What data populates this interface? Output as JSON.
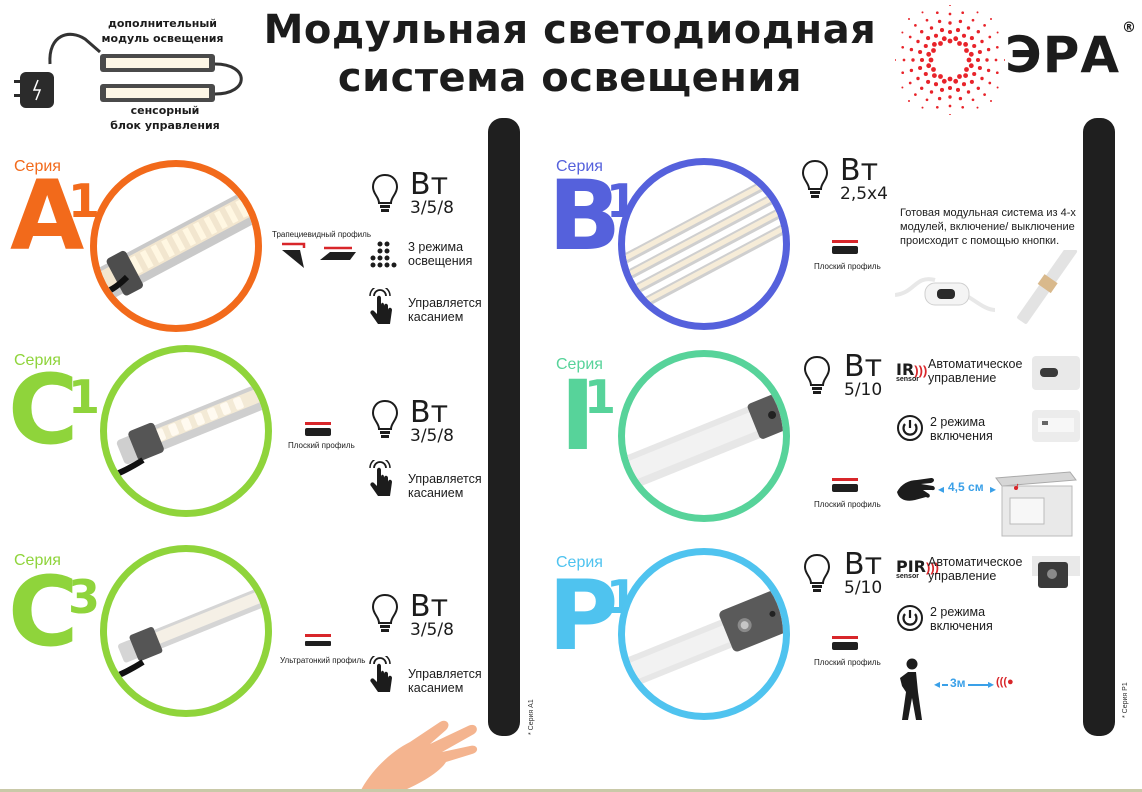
{
  "header": {
    "title_line1": "Модульная светодиодная",
    "title_line2": "система освещения",
    "diagram_top_label_l1": "дополнительный",
    "diagram_top_label_l2": "модуль освещения",
    "diagram_bottom_label_l1": "сенсорный",
    "diagram_bottom_label_l2": "блок управления",
    "brand_name": "ЭРА",
    "brand_mark": "®"
  },
  "colors": {
    "orange": "#f26a1b",
    "lime": "#8fd43b",
    "blue": "#5561dc",
    "teal": "#57d39a",
    "sky": "#4fc3ef",
    "brand_red": "#e8232a",
    "dark": "#1f1f1f"
  },
  "series": {
    "a1": {
      "seria_label": "Серия",
      "letter": "A",
      "sup": "1",
      "watt_unit": "Вт",
      "watt_values": "3/5/8",
      "profile_label": "Трапециевидный профиль",
      "feature_modes_l1": "3 режима",
      "feature_modes_l2": "освещения",
      "feature_touch_l1": "Управляется",
      "feature_touch_l2": "касанием"
    },
    "c1": {
      "seria_label": "Серия",
      "letter": "C",
      "sup": "1",
      "watt_unit": "Вт",
      "watt_values": "3/5/8",
      "profile_label": "Плоский профиль",
      "feature_touch_l1": "Управляется",
      "feature_touch_l2": "касанием"
    },
    "c3": {
      "seria_label": "Серия",
      "letter": "C",
      "sup": "3",
      "watt_unit": "Вт",
      "watt_values": "3/5/8",
      "profile_label": "Ультратонкий профиль",
      "feature_touch_l1": "Управляется",
      "feature_touch_l2": "касанием"
    },
    "b1": {
      "seria_label": "Серия",
      "letter": "B",
      "sup": "1",
      "watt_unit": "Вт",
      "watt_values": "2,5x4",
      "profile_label": "Плоский профиль",
      "description_l1": "Готовая модульная система из 4-х",
      "description_l2": "модулей, включение/ выключение",
      "description_l3": "происходит с помощью кнопки."
    },
    "i1": {
      "seria_label": "Серия",
      "letter": "I",
      "sup": "1",
      "watt_unit": "Вт",
      "watt_values": "5/10",
      "profile_label": "Плоский профиль",
      "sensor_main": "IR",
      "sensor_sub": "sensor",
      "feature_auto_l1": "Автоматическое",
      "feature_auto_l2": "управление",
      "feature_modes_l1": "2 режима",
      "feature_modes_l2": "включения",
      "distance": "4,5 см"
    },
    "p1": {
      "seria_label": "Серия",
      "letter": "P",
      "sup": "1",
      "watt_unit": "Вт",
      "watt_values": "5/10",
      "profile_label": "Плоский профиль",
      "sensor_main": "PIR",
      "sensor_sub": "sensor",
      "feature_auto_l1": "Автоматическое",
      "feature_auto_l2": "управление",
      "feature_modes_l1": "2 режима",
      "feature_modes_l2": "включения",
      "distance": "3м"
    }
  },
  "footnotes": {
    "left": "* Серия A1",
    "right": "* Серия P1"
  }
}
